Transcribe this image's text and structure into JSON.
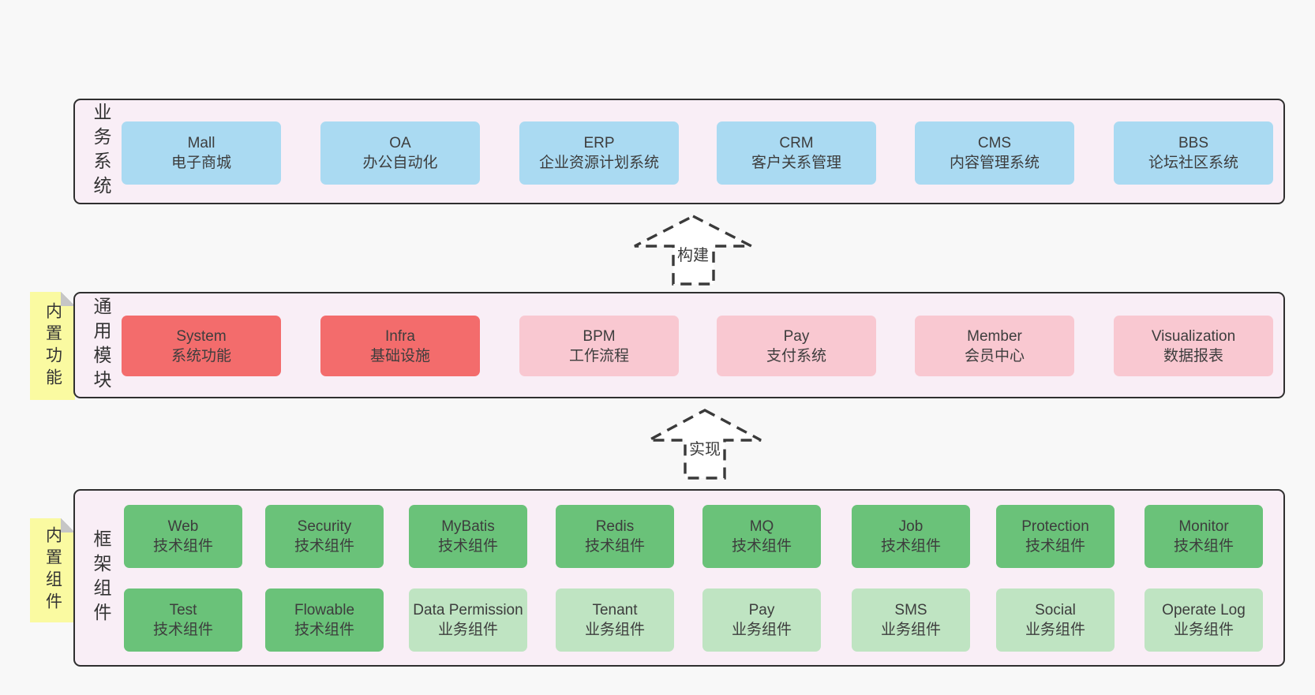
{
  "colors": {
    "page_bg": "#f8f8f8",
    "band_bg": "#f9eef6",
    "band_border": "#2f2f2f",
    "blue_box": "#aadaf2",
    "red_box": "#f36c6c",
    "pink_box": "#f9c8d1",
    "green_box": "#6ac279",
    "light_green_box": "#bfe4c2",
    "sticky_yellow": "#fafaa1",
    "text": "#3d3d3d"
  },
  "arrows": {
    "build": "构建",
    "implement": "实现"
  },
  "bands": {
    "business": {
      "label": "业务系统",
      "boxes": [
        {
          "title": "Mall",
          "subtitle": "电子商城"
        },
        {
          "title": "OA",
          "subtitle": "办公自动化"
        },
        {
          "title": "ERP",
          "subtitle": "企业资源计划系统"
        },
        {
          "title": "CRM",
          "subtitle": "客户关系管理"
        },
        {
          "title": "CMS",
          "subtitle": "内容管理系统"
        },
        {
          "title": "BBS",
          "subtitle": "论坛社区系统"
        }
      ]
    },
    "modules": {
      "label": "通用模块",
      "sticky": "内置功能",
      "boxes": [
        {
          "title": "System",
          "subtitle": "系统功能"
        },
        {
          "title": "Infra",
          "subtitle": "基础设施"
        },
        {
          "title": "BPM",
          "subtitle": "工作流程"
        },
        {
          "title": "Pay",
          "subtitle": "支付系统"
        },
        {
          "title": "Member",
          "subtitle": "会员中心"
        },
        {
          "title": "Visualization",
          "subtitle": "数据报表"
        }
      ]
    },
    "components": {
      "label": "框架组件",
      "sticky": "内置组件",
      "row1": [
        {
          "title": "Web",
          "subtitle": "技术组件"
        },
        {
          "title": "Security",
          "subtitle": "技术组件"
        },
        {
          "title": "MyBatis",
          "subtitle": "技术组件"
        },
        {
          "title": "Redis",
          "subtitle": "技术组件"
        },
        {
          "title": "MQ",
          "subtitle": "技术组件"
        },
        {
          "title": "Job",
          "subtitle": "技术组件"
        },
        {
          "title": "Protection",
          "subtitle": "技术组件"
        },
        {
          "title": "Monitor",
          "subtitle": "技术组件"
        }
      ],
      "row2": [
        {
          "title": "Test",
          "subtitle": "技术组件"
        },
        {
          "title": "Flowable",
          "subtitle": "技术组件"
        },
        {
          "title": "Data Permission",
          "subtitle": "业务组件"
        },
        {
          "title": "Tenant",
          "subtitle": "业务组件"
        },
        {
          "title": "Pay",
          "subtitle": "业务组件"
        },
        {
          "title": "SMS",
          "subtitle": "业务组件"
        },
        {
          "title": "Social",
          "subtitle": "业务组件"
        },
        {
          "title": "Operate Log",
          "subtitle": "业务组件"
        }
      ]
    }
  }
}
